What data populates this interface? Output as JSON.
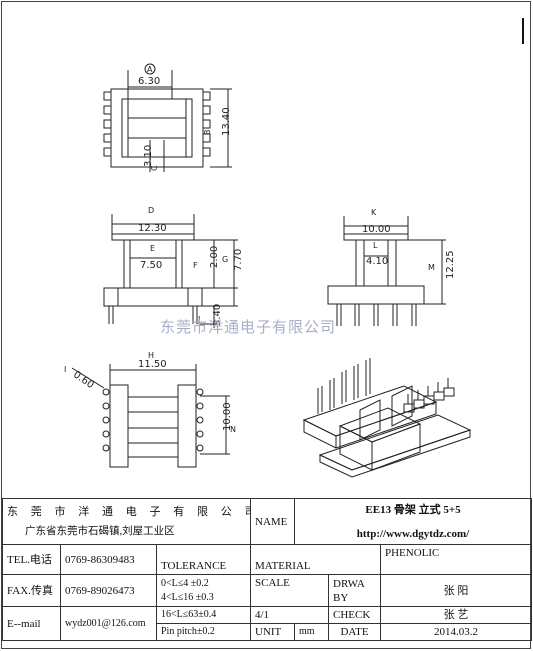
{
  "drawing": {
    "top_view": {
      "dim_A_label": "A",
      "dim_A_value": "6.30",
      "dim_B_label": "B",
      "dim_B_value": "13.40",
      "dim_C_label": "C",
      "dim_C_value": "3.10"
    },
    "front_view": {
      "dim_D_label": "D",
      "dim_D_value": "12.30",
      "dim_E_label": "E",
      "dim_E_value": "7.50",
      "dim_F_label": "F",
      "dim_F_value": "2.00",
      "dim_G_label": "G",
      "dim_G_value": "7.70",
      "dim_J_label": "J",
      "dim_J_value": "3.40"
    },
    "side_view": {
      "dim_K_label": "K",
      "dim_K_value": "10.00",
      "dim_L_label": "L",
      "dim_L_value": "4.10",
      "dim_M_label": "M",
      "dim_M_value": "12.25"
    },
    "bottom_view": {
      "dim_H_label": "H",
      "dim_H_value": "11.50",
      "dim_I_label": "I",
      "dim_I_value": "0.60",
      "dim_N_label": "N",
      "dim_N_value": "10.00"
    }
  },
  "watermark": "东莞市洋通电子有限公司",
  "title_block": {
    "company": "东 莞 市 洋 通 电 子 有 限 公 司",
    "address": "广东省东莞市石碣镇,刘屋工业区",
    "name_label": "NAME",
    "product": "EE13 骨架 立式 5+5",
    "url": "http://www.dgytdz.com/",
    "tel_label": "TEL.电话",
    "tel": "0769-86309483",
    "fax_label": "FAX.传真",
    "fax": "0769-89026473",
    "email_label": "E--mail",
    "email": "wydz001@126.com",
    "tolerance_label": "TOLERANCE",
    "tolerance_1": "0<L≤4  ±0.2",
    "tolerance_2": "4<L≤16 ±0.3",
    "tolerance_3": "16<L≤63±0.4",
    "tolerance_4": "Pin pitch±0.2",
    "material_label": "MATERIAL",
    "material": "PHENOLIC",
    "scale_label": "SCALE",
    "scale": "4/1",
    "unit_label": "UNIT",
    "unit": "mm",
    "drawn_by_label": "DRWA BY",
    "drawn_by": "张 阳",
    "check_label": "CHECK",
    "checked_by": "张 艺",
    "date_label": "DATE",
    "date": "2014.03.2"
  }
}
